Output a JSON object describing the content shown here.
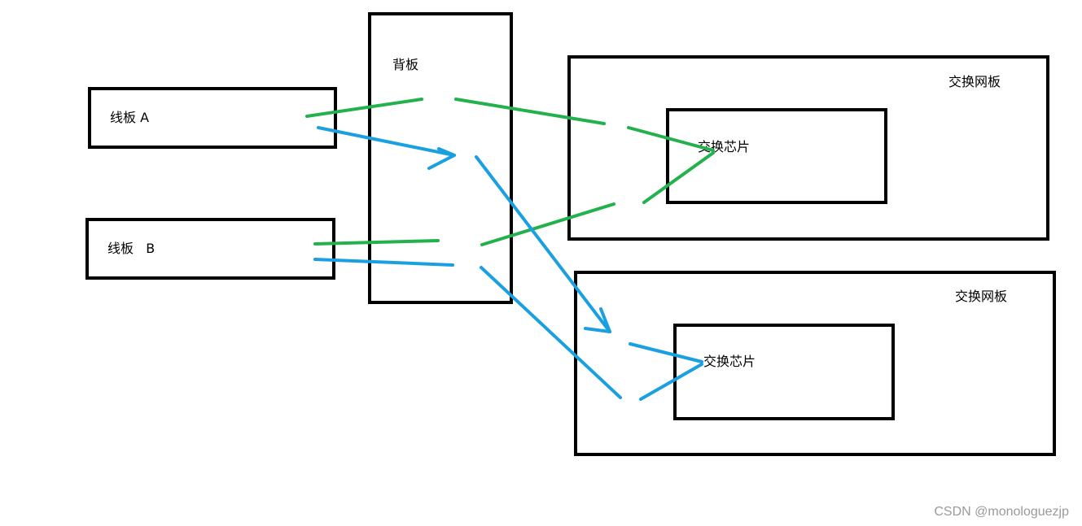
{
  "labels": {
    "line_card_a": "线板 A",
    "line_card_b": "线板   B",
    "backplane": "背板",
    "switch_board_1": "交换网板",
    "switch_chip_1": "交换芯片",
    "switch_board_2": "交换网板",
    "switch_chip_2": "交换芯片"
  },
  "watermark": "CSDN @monologuezjp",
  "colors": {
    "box_stroke": "#000000",
    "green_path": "#22b14c",
    "blue_path": "#1aa0e0",
    "watermark": "#9a9a9a"
  }
}
